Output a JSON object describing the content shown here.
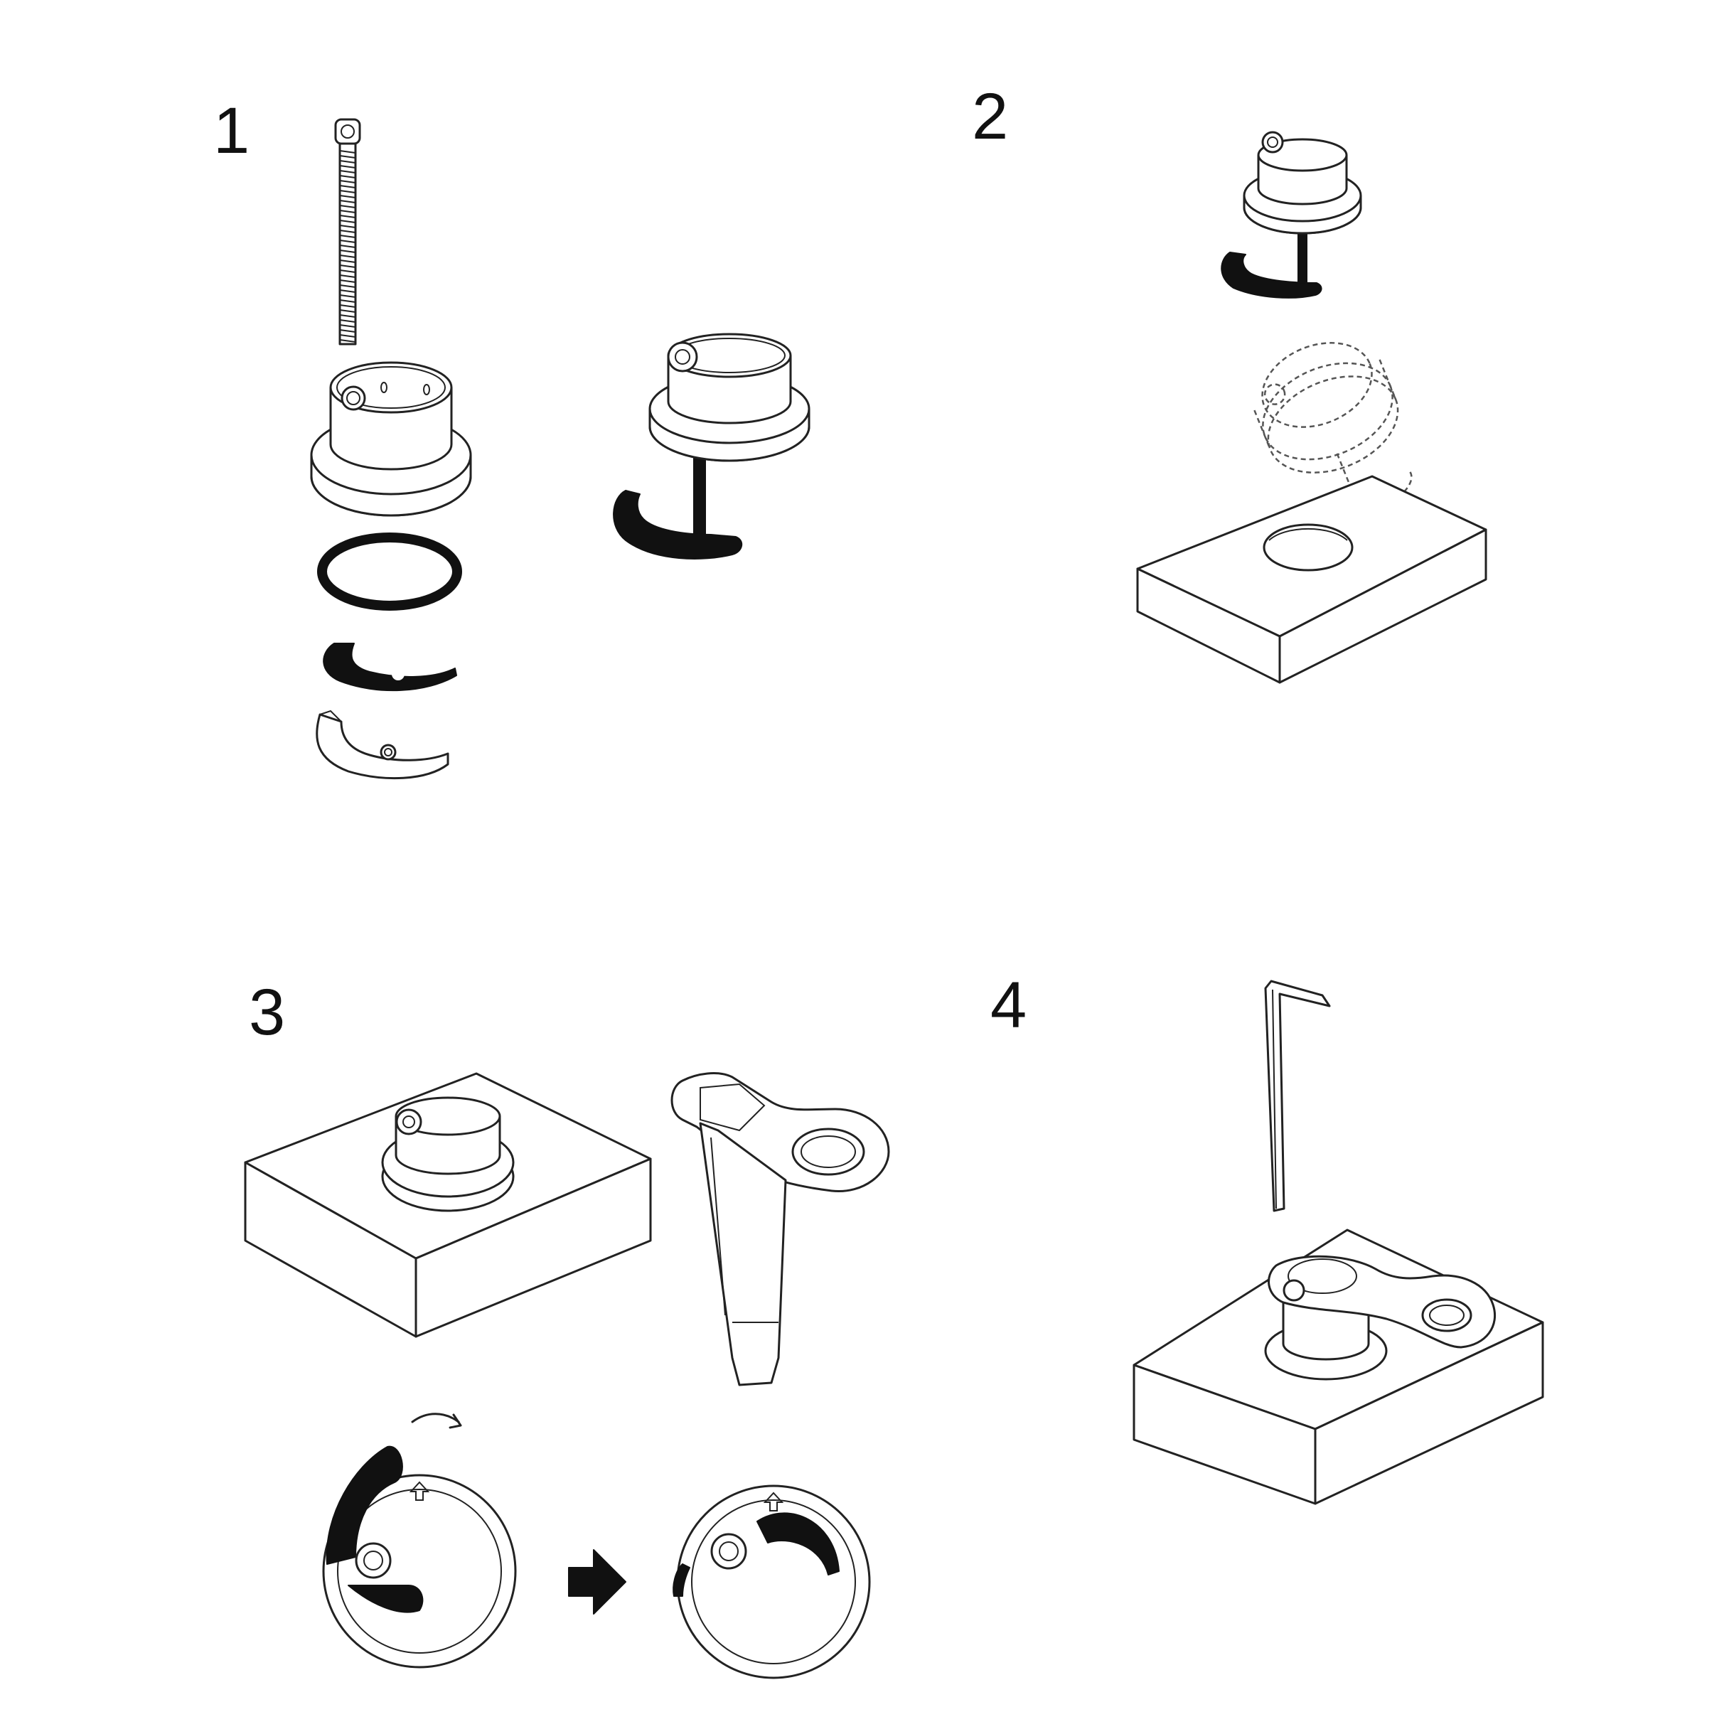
{
  "steps": [
    {
      "number": "1"
    },
    {
      "number": "2"
    },
    {
      "number": "3"
    },
    {
      "number": "4"
    }
  ],
  "colors": {
    "line": "#222222",
    "fill": "#ffffff",
    "solid": "#111111"
  }
}
